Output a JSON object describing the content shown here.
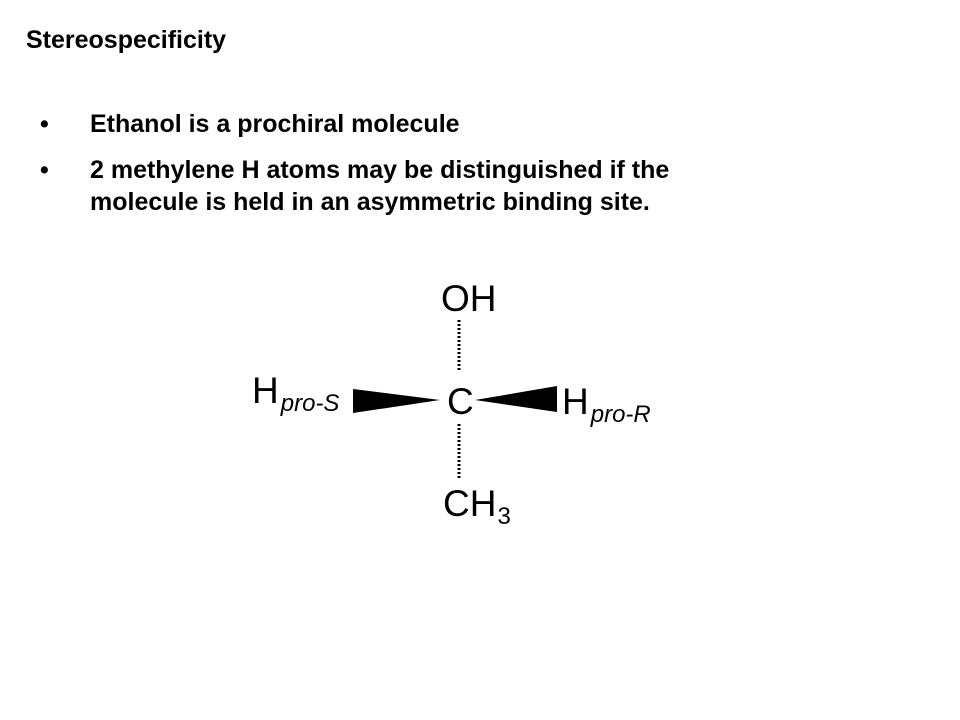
{
  "slide": {
    "title": "Stereospecificity",
    "bullets": [
      {
        "marker": "•",
        "text": "Ethanol is a prochiral molecule"
      },
      {
        "marker": "•",
        "line1": "2 methylene H atoms may be distinguished if the",
        "line2": "molecule is held in an asymmetric binding site."
      }
    ]
  },
  "molecule": {
    "top_group": "OH",
    "center_atom": "C",
    "left_atom": "H",
    "left_label": "pro-S",
    "right_atom": "H",
    "right_label": "pro-R",
    "bottom_atom": "CH",
    "bottom_subscript": "3",
    "bond_color": "#000000"
  }
}
